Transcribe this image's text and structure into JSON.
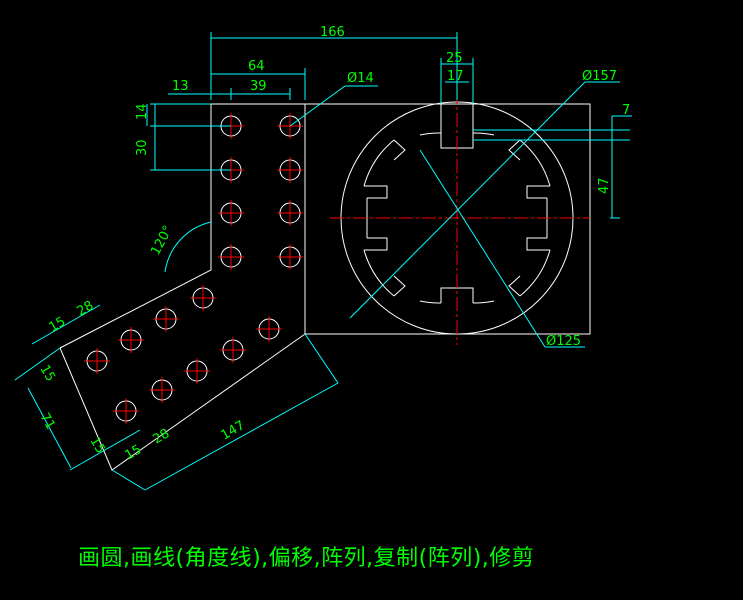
{
  "colors": {
    "background": "#000000",
    "outline": "#ffffff",
    "dimension_line": "#00ffff",
    "dimension_text": "#00ff00",
    "center_line": "#ff0000"
  },
  "dimensions": {
    "d166": "166",
    "d64": "64",
    "d13": "13",
    "d39": "39",
    "d14": "14",
    "d30": "30",
    "dia14": "Ø14",
    "d25": "25",
    "d17": "17",
    "dia157": "Ø157",
    "d7": "7",
    "d47": "47",
    "dia125": "Ø125",
    "angle120": "120°",
    "d15a": "15",
    "d28a": "28",
    "d15b": "15",
    "d71": "71",
    "d15c": "15",
    "d15d": "15",
    "d28b": "28",
    "d147": "147"
  },
  "caption": "画圆,画线(角度线),偏移,阵列,复制(阵列),修剪"
}
